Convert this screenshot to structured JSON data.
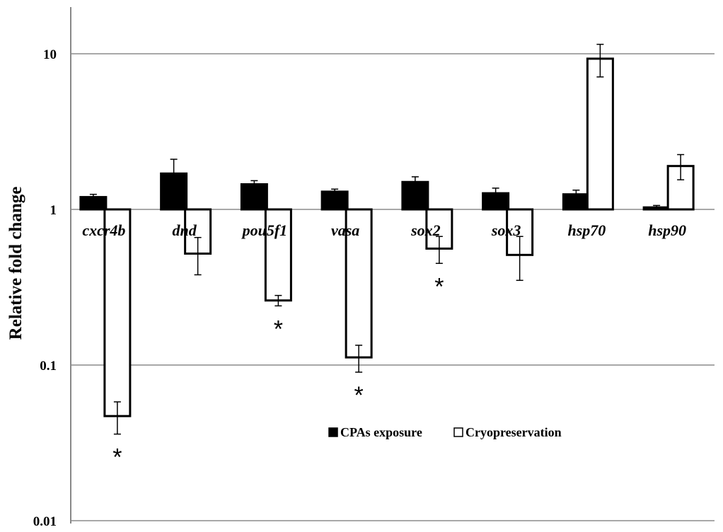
{
  "chart_data": {
    "type": "bar",
    "scale": "log",
    "ylabel": "Relative fold change",
    "yticks": [
      "0.01",
      "0.1",
      "1",
      "10"
    ],
    "ylim": [
      0.01,
      20
    ],
    "grid": true,
    "legend_position": "center-right",
    "categories": [
      "cxcr4b",
      "dnd",
      "pou5f1",
      "vasa",
      "sox2",
      "sox3",
      "hsp70",
      "hsp90"
    ],
    "series": [
      {
        "name": "CPAs exposure",
        "color": "#000000",
        "fill": "filled",
        "values": [
          1.2,
          1.7,
          1.45,
          1.3,
          1.5,
          1.27,
          1.25,
          1.03
        ],
        "errors": [
          0.05,
          0.4,
          0.08,
          0.05,
          0.12,
          0.1,
          0.08,
          0.03
        ]
      },
      {
        "name": "Cryopreservation",
        "color": "#ffffff",
        "fill": "open",
        "values": [
          0.047,
          0.52,
          0.26,
          0.112,
          0.56,
          0.51,
          9.3,
          1.9
        ],
        "errors": [
          0.011,
          0.14,
          0.02,
          0.022,
          0.11,
          0.16,
          2.2,
          0.35
        ]
      }
    ],
    "significance": [
      "*",
      "",
      "*",
      "*",
      "*",
      "",
      "",
      ""
    ]
  }
}
